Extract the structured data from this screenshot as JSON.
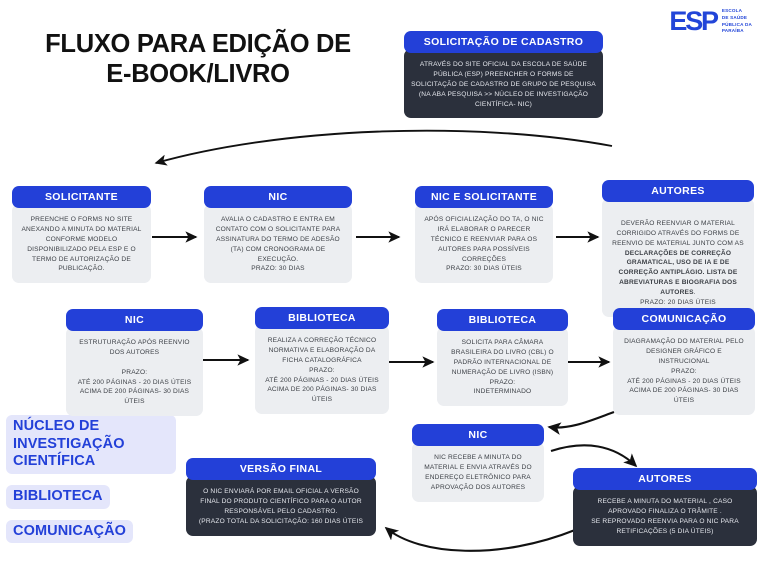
{
  "document": {
    "title_line1": "FLUXO PARA EDIÇÃO DE",
    "title_line2": "E-BOOK/LIVRO"
  },
  "logo": {
    "mark": "ESP",
    "line1": "ESCOLA",
    "line2": "DE SAÚDE",
    "line3": "PÚBLICA DA",
    "line4": "PARAÍBA"
  },
  "colors": {
    "header_blue": "#2340d8",
    "dark_card": "#2b303c",
    "light_card": "#eceef1",
    "legend_bg": "#e4e6fb",
    "legend_text": "#2340d8",
    "title_text": "#111111",
    "arrow": "#111111"
  },
  "nodes": [
    {
      "id": "solicitacao-cadastro",
      "header": "SOLICITAÇÃO DE CADASTRO",
      "style": "dark",
      "body": "ATRAVÉS DO SITE OFICIAL DA ESCOLA DE SAÚDE PÚBLICA (ESP) PREENCHER O FORMS DE SOLICITAÇÃO DE CADASTRO DE GRUPO DE PESQUISA (NA ABA PESQUISA >> NÚCLEO DE INVESTIGAÇÃO CIENTÍFICA- NIC)"
    },
    {
      "id": "solicitante",
      "header": "SOLICITANTE",
      "style": "light",
      "body": "PREENCHE O FORMS NO SITE ANEXANDO A MINUTA DO MATERIAL CONFORME MODELO DISPONIBILIZADO PELA ESP E O TERMO DE AUTORIZAÇÃO DE PUBLICAÇÃO."
    },
    {
      "id": "nic-avalia",
      "header": "NIC",
      "style": "light",
      "body": "AVALIA O CADASTRO E ENTRA EM CONTATO COM O SOLICITANTE PARA ASSINATURA DO TERMO DE ADESÃO (TA) COM CRONOGRAMA DE EXECUÇÃO.\nPRAZO: 30 DIAS"
    },
    {
      "id": "nic-e-solicitante",
      "header": "NIC E SOLICITANTE",
      "style": "light",
      "body": "APÓS OFICIALIZAÇÃO DO TA, O NIC IRÁ ELABORAR O PARECER TÉCNICO E REENVIAR PARA OS AUTORES PARA POSSÍVEIS CORREÇÕES\nPRAZO: 30 DIAS ÚTEIS"
    },
    {
      "id": "autores-reenvio",
      "header": "AUTORES",
      "style": "light",
      "body_pre": "DEVERÃO REENVIAR O MATERIAL CORRIGIDO ATRAVÉS DO FORMS DE REENVIO DE MATERIAL JUNTO COM AS ",
      "body_bold": "DECLARAÇÕES DE CORREÇÃO GRAMATICAL, USO DE IA E DE CORREÇÃO ANTIPLÁGIO. LISTA DE ABREVIATURAS E BIOGRAFIA DOS AUTORES",
      "body_post": ".\nPRAZO: 20 DIAS ÚTEIS"
    },
    {
      "id": "nic-estruturacao",
      "header": "NIC",
      "style": "light",
      "body": "ESTRUTURAÇÃO APÓS REENVIO DOS AUTORES\n\nPRAZO:\nATÉ 200 PÁGINAS - 20 DIAS ÚTEIS\nACIMA DE 200 PÁGINAS- 30 DIAS ÚTEIS"
    },
    {
      "id": "biblioteca-ficha",
      "header": "BIBLIOTECA",
      "style": "light",
      "body": "REALIZA  A CORREÇÃO TÉCNICO NORMATIVA E ELABORAÇÃO DA FICHA CATALOGRÁFICA\nPRAZO:\nATÉ 200 PÁGINAS - 20 DIAS ÚTEIS\nACIMA DE 200 PÁGINAS- 30 DIAS ÚTEIS"
    },
    {
      "id": "biblioteca-isbn",
      "header": "BIBLIOTECA",
      "style": "light",
      "body": "SOLICITA PARA CÂMARA BRASILEIRA DO LIVRO (CBL) O PADRÃO INTERNACIONAL DE NUMERAÇÃO DE LIVRO (ISBN)\nPRAZO:\nINDETERMINADO"
    },
    {
      "id": "comunicacao",
      "header": "COMUNICAÇÃO",
      "style": "light",
      "body": "DIAGRAMAÇÃO DO MATERIAL PELO DESIGNER GRÁFICO E INSTRUCIONAL\nPRAZO:\nATÉ 200 PÁGINAS - 20 DIAS ÚTEIS\nACIMA DE 200 PÁGINAS- 30 DIAS ÚTEIS"
    },
    {
      "id": "nic-minuta",
      "header": "NIC",
      "style": "light",
      "body": "NIC RECEBE A MINUTA DO MATERIAL E ENVIA ATRAVÉS DO ENDEREÇO ELETRÔNICO PARA APROVAÇÃO DOS AUTORES"
    },
    {
      "id": "autores-aprovacao",
      "header": "AUTORES",
      "style": "dark",
      "body": "RECEBE A MINUTA DO MATERIAL , CASO APROVADO FINALIZA O TRÂMITE .\nSE REPROVADO REENVIA PARA O NIC PARA RETIFICAÇÕES  (5 DIA ÚTEIS)"
    },
    {
      "id": "versao-final",
      "header": "VERSÃO FINAL",
      "style": "dark",
      "body": "O NIC ENVIARÁ POR EMAIL OFICIAL A VERSÃO FINAL DO PRODUTO CIENTÍFICO PARA O AUTOR RESPONSÁVEL PELO CADASTRO.\n(PRAZO TOTAL DA SOLICITAÇÃO: 160 DIAS ÚTEIS"
    }
  ],
  "legend": [
    {
      "id": "legend-nic",
      "label": "NÚCLEO DE INVESTIGAÇÃO CIENTÍFICA"
    },
    {
      "id": "legend-biblioteca",
      "label": "BIBLIOTECA"
    },
    {
      "id": "legend-comunicacao",
      "label": "COMUNICAÇÃO"
    }
  ]
}
